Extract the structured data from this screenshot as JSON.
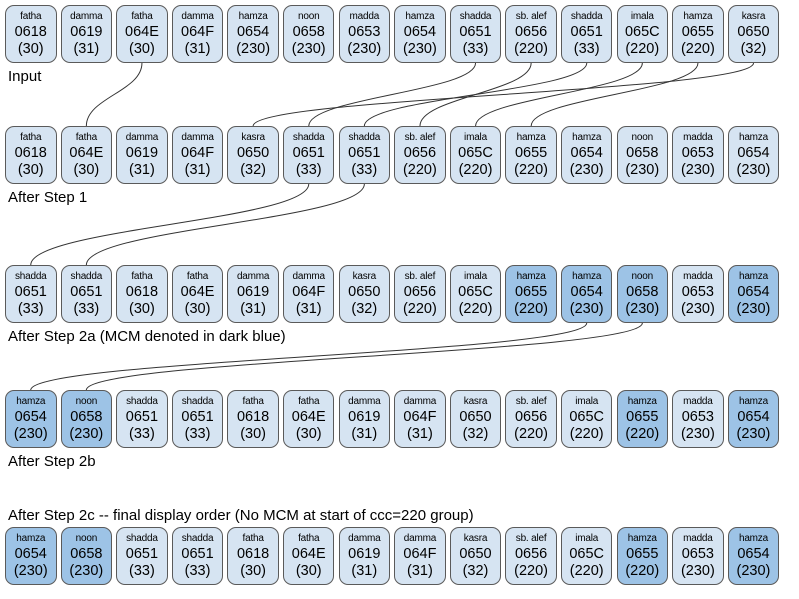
{
  "diagram": {
    "title": "Arabic combining mark canonical reordering illustration",
    "colors": {
      "cell_light": "#d6e4f2",
      "cell_mcm": "#9dc3e6",
      "cell_border": "#5a5a5a",
      "connector": "#333333",
      "background": "#ffffff"
    },
    "rows": [
      {
        "id": "input",
        "caption": "Input",
        "caption_position": "below",
        "cells": [
          {
            "name": "fatha",
            "code": "0618",
            "ccc": "(30)",
            "mcm": false
          },
          {
            "name": "damma",
            "code": "0619",
            "ccc": "(31)",
            "mcm": false
          },
          {
            "name": "fatha",
            "code": "064E",
            "ccc": "(30)",
            "mcm": false
          },
          {
            "name": "damma",
            "code": "064F",
            "ccc": "(31)",
            "mcm": false
          },
          {
            "name": "hamza",
            "code": "0654",
            "ccc": "(230)",
            "mcm": false
          },
          {
            "name": "noon",
            "code": "0658",
            "ccc": "(230)",
            "mcm": false
          },
          {
            "name": "madda",
            "code": "0653",
            "ccc": "(230)",
            "mcm": false
          },
          {
            "name": "hamza",
            "code": "0654",
            "ccc": "(230)",
            "mcm": false
          },
          {
            "name": "shadda",
            "code": "0651",
            "ccc": "(33)",
            "mcm": false
          },
          {
            "name": "sb. alef",
            "code": "0656",
            "ccc": "(220)",
            "mcm": false
          },
          {
            "name": "shadda",
            "code": "0651",
            "ccc": "(33)",
            "mcm": false
          },
          {
            "name": "imala",
            "code": "065C",
            "ccc": "(220)",
            "mcm": false
          },
          {
            "name": "hamza",
            "code": "0655",
            "ccc": "(220)",
            "mcm": false
          },
          {
            "name": "kasra",
            "code": "0650",
            "ccc": "(32)",
            "mcm": false
          }
        ]
      },
      {
        "id": "after-step-1",
        "caption": "After Step 1",
        "caption_position": "below",
        "cells": [
          {
            "name": "fatha",
            "code": "0618",
            "ccc": "(30)",
            "mcm": false
          },
          {
            "name": "fatha",
            "code": "064E",
            "ccc": "(30)",
            "mcm": false
          },
          {
            "name": "damma",
            "code": "0619",
            "ccc": "(31)",
            "mcm": false
          },
          {
            "name": "damma",
            "code": "064F",
            "ccc": "(31)",
            "mcm": false
          },
          {
            "name": "kasra",
            "code": "0650",
            "ccc": "(32)",
            "mcm": false
          },
          {
            "name": "shadda",
            "code": "0651",
            "ccc": "(33)",
            "mcm": false
          },
          {
            "name": "shadda",
            "code": "0651",
            "ccc": "(33)",
            "mcm": false
          },
          {
            "name": "sb. alef",
            "code": "0656",
            "ccc": "(220)",
            "mcm": false
          },
          {
            "name": "imala",
            "code": "065C",
            "ccc": "(220)",
            "mcm": false
          },
          {
            "name": "hamza",
            "code": "0655",
            "ccc": "(220)",
            "mcm": false
          },
          {
            "name": "hamza",
            "code": "0654",
            "ccc": "(230)",
            "mcm": false
          },
          {
            "name": "noon",
            "code": "0658",
            "ccc": "(230)",
            "mcm": false
          },
          {
            "name": "madda",
            "code": "0653",
            "ccc": "(230)",
            "mcm": false
          },
          {
            "name": "hamza",
            "code": "0654",
            "ccc": "(230)",
            "mcm": false
          }
        ]
      },
      {
        "id": "after-step-2a",
        "caption": "After Step 2a (MCM denoted in dark blue)",
        "caption_position": "below",
        "cells": [
          {
            "name": "shadda",
            "code": "0651",
            "ccc": "(33)",
            "mcm": false
          },
          {
            "name": "shadda",
            "code": "0651",
            "ccc": "(33)",
            "mcm": false
          },
          {
            "name": "fatha",
            "code": "0618",
            "ccc": "(30)",
            "mcm": false
          },
          {
            "name": "fatha",
            "code": "064E",
            "ccc": "(30)",
            "mcm": false
          },
          {
            "name": "damma",
            "code": "0619",
            "ccc": "(31)",
            "mcm": false
          },
          {
            "name": "damma",
            "code": "064F",
            "ccc": "(31)",
            "mcm": false
          },
          {
            "name": "kasra",
            "code": "0650",
            "ccc": "(32)",
            "mcm": false
          },
          {
            "name": "sb. alef",
            "code": "0656",
            "ccc": "(220)",
            "mcm": false
          },
          {
            "name": "imala",
            "code": "065C",
            "ccc": "(220)",
            "mcm": false
          },
          {
            "name": "hamza",
            "code": "0655",
            "ccc": "(220)",
            "mcm": true
          },
          {
            "name": "hamza",
            "code": "0654",
            "ccc": "(230)",
            "mcm": true
          },
          {
            "name": "noon",
            "code": "0658",
            "ccc": "(230)",
            "mcm": true
          },
          {
            "name": "madda",
            "code": "0653",
            "ccc": "(230)",
            "mcm": false
          },
          {
            "name": "hamza",
            "code": "0654",
            "ccc": "(230)",
            "mcm": true
          }
        ]
      },
      {
        "id": "after-step-2b",
        "caption": "After Step 2b",
        "caption_position": "below",
        "cells": [
          {
            "name": "hamza",
            "code": "0654",
            "ccc": "(230)",
            "mcm": true
          },
          {
            "name": "noon",
            "code": "0658",
            "ccc": "(230)",
            "mcm": true
          },
          {
            "name": "shadda",
            "code": "0651",
            "ccc": "(33)",
            "mcm": false
          },
          {
            "name": "shadda",
            "code": "0651",
            "ccc": "(33)",
            "mcm": false
          },
          {
            "name": "fatha",
            "code": "0618",
            "ccc": "(30)",
            "mcm": false
          },
          {
            "name": "fatha",
            "code": "064E",
            "ccc": "(30)",
            "mcm": false
          },
          {
            "name": "damma",
            "code": "0619",
            "ccc": "(31)",
            "mcm": false
          },
          {
            "name": "damma",
            "code": "064F",
            "ccc": "(31)",
            "mcm": false
          },
          {
            "name": "kasra",
            "code": "0650",
            "ccc": "(32)",
            "mcm": false
          },
          {
            "name": "sb. alef",
            "code": "0656",
            "ccc": "(220)",
            "mcm": false
          },
          {
            "name": "imala",
            "code": "065C",
            "ccc": "(220)",
            "mcm": false
          },
          {
            "name": "hamza",
            "code": "0655",
            "ccc": "(220)",
            "mcm": true
          },
          {
            "name": "madda",
            "code": "0653",
            "ccc": "(230)",
            "mcm": false
          },
          {
            "name": "hamza",
            "code": "0654",
            "ccc": "(230)",
            "mcm": true
          }
        ]
      },
      {
        "id": "after-step-2c",
        "caption": "After Step 2c -- final display order (No MCM at start of ccc=220 group)",
        "caption_position": "above",
        "cells": [
          {
            "name": "hamza",
            "code": "0654",
            "ccc": "(230)",
            "mcm": true
          },
          {
            "name": "noon",
            "code": "0658",
            "ccc": "(230)",
            "mcm": true
          },
          {
            "name": "shadda",
            "code": "0651",
            "ccc": "(33)",
            "mcm": false
          },
          {
            "name": "shadda",
            "code": "0651",
            "ccc": "(33)",
            "mcm": false
          },
          {
            "name": "fatha",
            "code": "0618",
            "ccc": "(30)",
            "mcm": false
          },
          {
            "name": "fatha",
            "code": "064E",
            "ccc": "(30)",
            "mcm": false
          },
          {
            "name": "damma",
            "code": "0619",
            "ccc": "(31)",
            "mcm": false
          },
          {
            "name": "damma",
            "code": "064F",
            "ccc": "(31)",
            "mcm": false
          },
          {
            "name": "kasra",
            "code": "0650",
            "ccc": "(32)",
            "mcm": false
          },
          {
            "name": "sb. alef",
            "code": "0656",
            "ccc": "(220)",
            "mcm": false
          },
          {
            "name": "imala",
            "code": "065C",
            "ccc": "(220)",
            "mcm": false
          },
          {
            "name": "hamza",
            "code": "0655",
            "ccc": "(220)",
            "mcm": true
          },
          {
            "name": "madda",
            "code": "0653",
            "ccc": "(230)",
            "mcm": false
          },
          {
            "name": "hamza",
            "code": "0654",
            "ccc": "(230)",
            "mcm": true
          }
        ]
      }
    ],
    "connectors": [
      {
        "from_row": 0,
        "from_index": 2,
        "to_row": 1,
        "to_index": 1
      },
      {
        "from_row": 0,
        "from_index": 8,
        "to_row": 1,
        "to_index": 5
      },
      {
        "from_row": 0,
        "from_index": 9,
        "to_row": 1,
        "to_index": 7
      },
      {
        "from_row": 0,
        "from_index": 10,
        "to_row": 1,
        "to_index": 6
      },
      {
        "from_row": 0,
        "from_index": 11,
        "to_row": 1,
        "to_index": 8
      },
      {
        "from_row": 0,
        "from_index": 12,
        "to_row": 1,
        "to_index": 9
      },
      {
        "from_row": 0,
        "from_index": 13,
        "to_row": 1,
        "to_index": 4
      },
      {
        "from_row": 1,
        "from_index": 5,
        "to_row": 2,
        "to_index": 0
      },
      {
        "from_row": 1,
        "from_index": 6,
        "to_row": 2,
        "to_index": 1
      },
      {
        "from_row": 2,
        "from_index": 10,
        "to_row": 3,
        "to_index": 0
      },
      {
        "from_row": 2,
        "from_index": 11,
        "to_row": 3,
        "to_index": 1
      }
    ]
  }
}
